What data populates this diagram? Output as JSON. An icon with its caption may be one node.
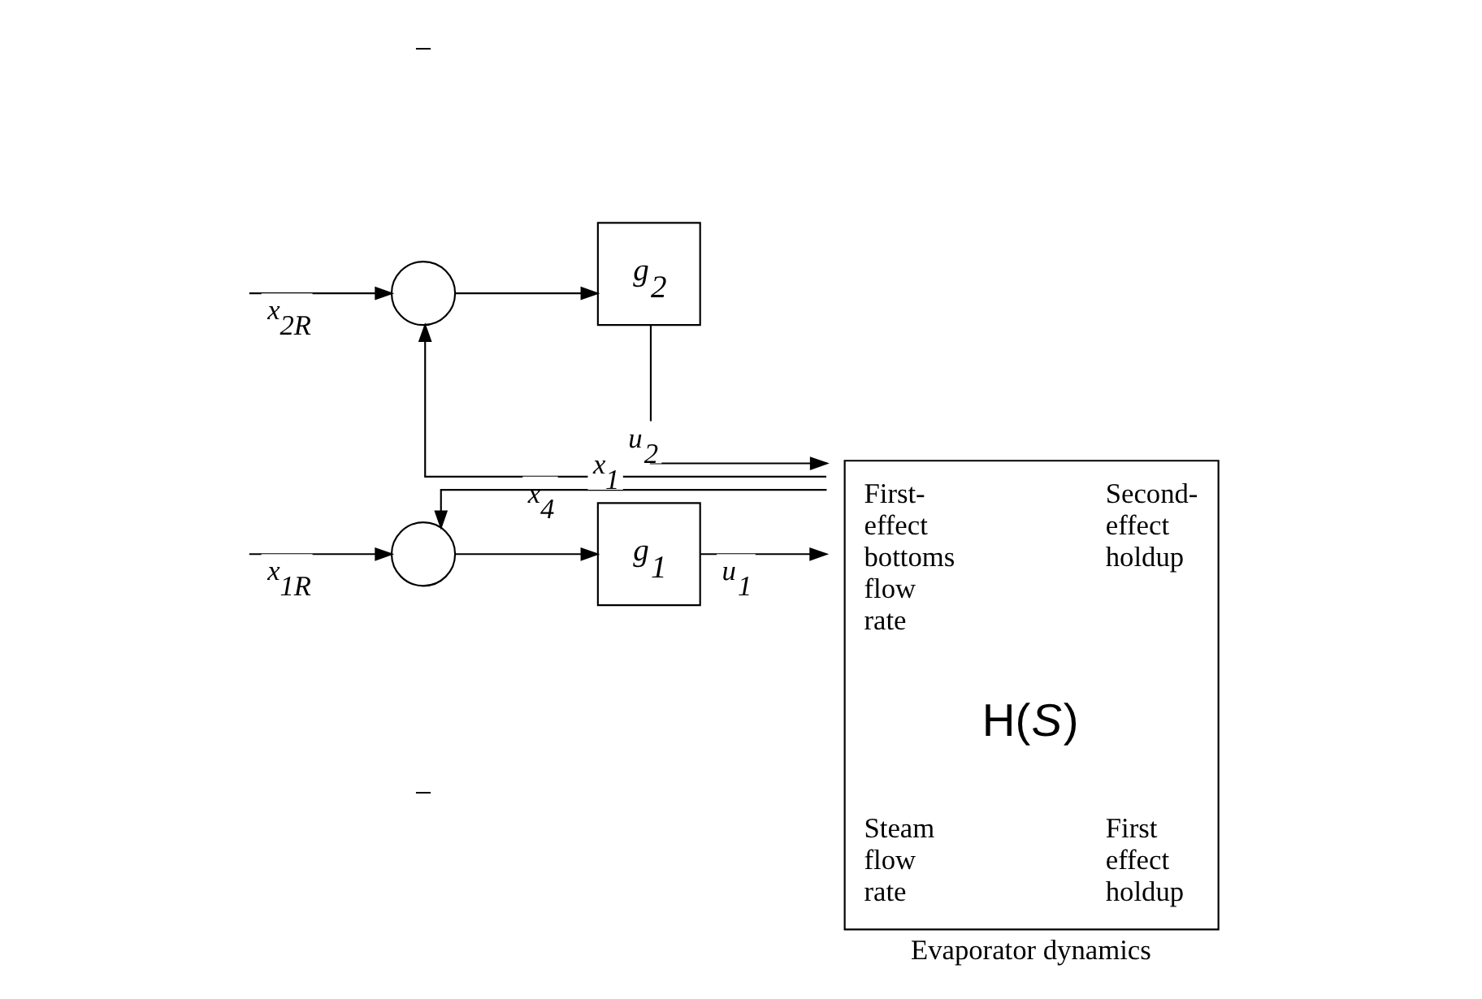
{
  "diagram": {
    "nodes": [
      {
        "text": [],
        "shape": "circle"
      },
      {
        "text": [
          "g$_{2}$"
        ]
      },
      {
        "text": [
          "First- effect bottoms flow rate",
          "Second- effect holdup",
          "H(*S*)",
          "Steam flow rate",
          "First effect holdup"
        ],
        "beside": [
          "Evaporator dynamics"
        ]
      },
      {
        "text": [],
        "shape": "circle"
      },
      {
        "text": [
          "g$_{1}$"
        ]
      }
    ],
    "edges": [
      {
        "from": null,
        "to": 0,
        "arrow": "to",
        "label": "x$_{2R}$"
      },
      {
        "from": 0,
        "to": 1,
        "arrow": "to"
      },
      {
        "from": 1,
        "to": 2,
        "arrow": "to",
        "label": "u$_{2}$"
      },
      {
        "from": 2,
        "to": 0,
        "arrow": "to",
        "label": "x$_{4}$"
      },
      {
        "from": null,
        "to": 3,
        "arrow": "to",
        "label": "x$_{1R}$"
      },
      {
        "from": 3,
        "to": 4,
        "arrow": "to"
      },
      {
        "from": 4,
        "to": 2,
        "arrow": "to",
        "label": "u$_{1}$"
      },
      {
        "from": 2,
        "to": 3,
        "arrow": "to",
        "label": "x$_{1}$"
      }
    ],
    "labels": [
      "−",
      "−"
    ]
  }
}
